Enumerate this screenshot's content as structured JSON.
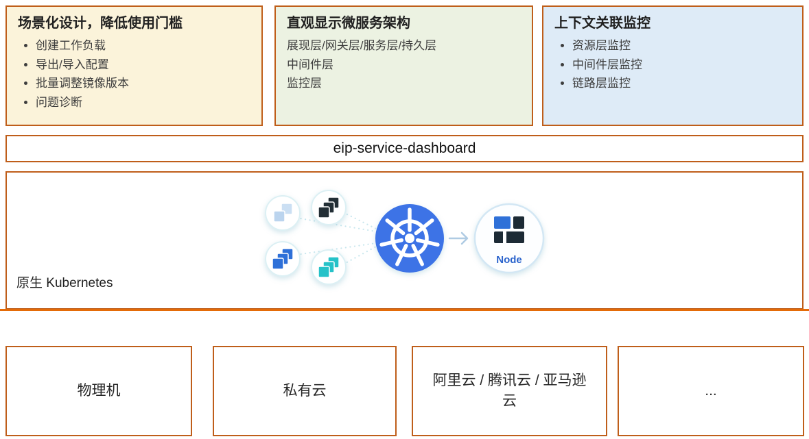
{
  "colors": {
    "box_border": "#BF5E1A",
    "divider": "#E46B08",
    "scenario_box_bg": "#FBF3DA",
    "microservice_box_bg": "#ECF2E2",
    "monitoring_box_bg": "#DEEBF7",
    "kubernetes_blue": "#3C73E6",
    "node_label_blue": "#2B64CC",
    "workload_teal": "#28C2C8",
    "workload_dark": "#232F36",
    "workload_blue": "#2E6FD8",
    "workload_light_blue": "#CBDFF3"
  },
  "feature_boxes": [
    {
      "title": "场景化设计，降低使用门槛",
      "items": [
        "创建工作负载",
        "导出/导入配置",
        "批量调整镜像版本",
        "问题诊断"
      ]
    },
    {
      "title": "直观显示微服务架构",
      "items": [
        "展现层/网关层/服务层/持久层",
        "中间件层",
        "监控层"
      ]
    },
    {
      "title": "上下文关联监控",
      "items": [
        "资源层监控",
        "中间件层监控",
        "链路层监控"
      ]
    }
  ],
  "dashboard_bar": {
    "label": "eip-service-dashboard"
  },
  "kubernetes_section": {
    "label": "原生 Kubernetes",
    "node_label": "Node"
  },
  "infra_boxes": [
    {
      "label": "物理机"
    },
    {
      "label": "私有云"
    },
    {
      "label": "阿里云 / 腾讯云 / 亚马逊云"
    },
    {
      "label": "..."
    }
  ]
}
